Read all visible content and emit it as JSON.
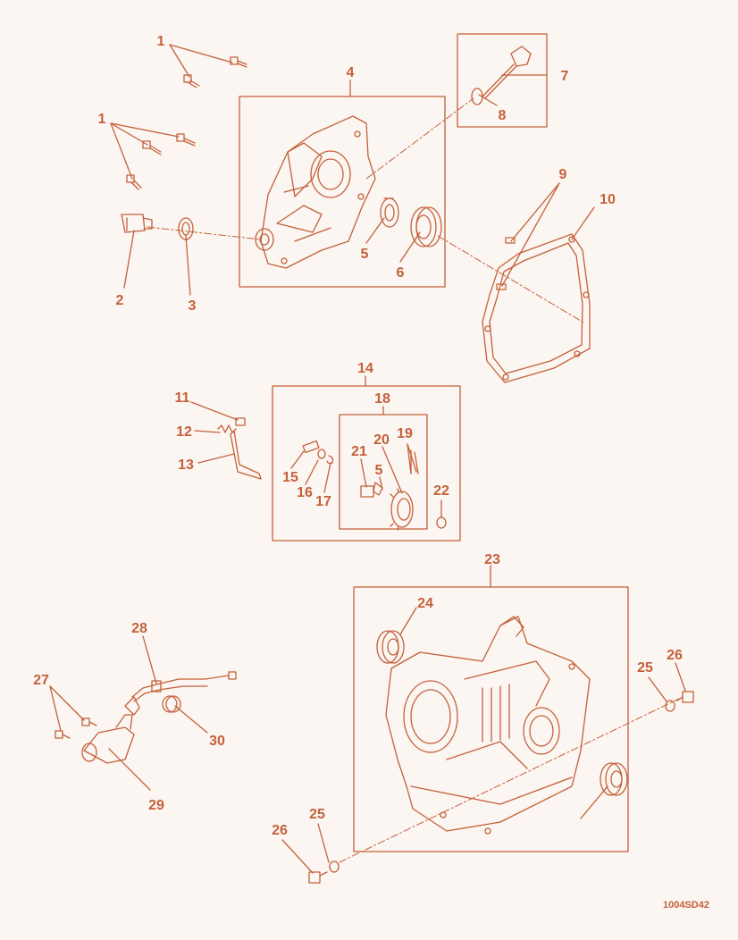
{
  "diagram": {
    "ink_color": "#c4603a",
    "paper_color": "#fbf6f1",
    "drawing_code": "1004SD42",
    "callouts": {
      "c1a": "1",
      "c1b": "1",
      "c2": "2",
      "c3": "3",
      "c4": "4",
      "c5": "5",
      "c6": "6",
      "c7": "7",
      "c8": "8",
      "c9": "9",
      "c10": "10",
      "c11": "11",
      "c12": "12",
      "c13": "13",
      "c14": "14",
      "c15": "15",
      "c16": "16",
      "c17": "17",
      "c18": "18",
      "c19": "19",
      "c20": "20",
      "c21": "21",
      "c5b": "5",
      "c22": "22",
      "c23": "23",
      "c24": "24",
      "c25a": "25",
      "c26a": "26",
      "c25b": "25",
      "c26b": "26",
      "c27": "27",
      "c28": "28",
      "c29": "29",
      "c30": "30"
    }
  }
}
